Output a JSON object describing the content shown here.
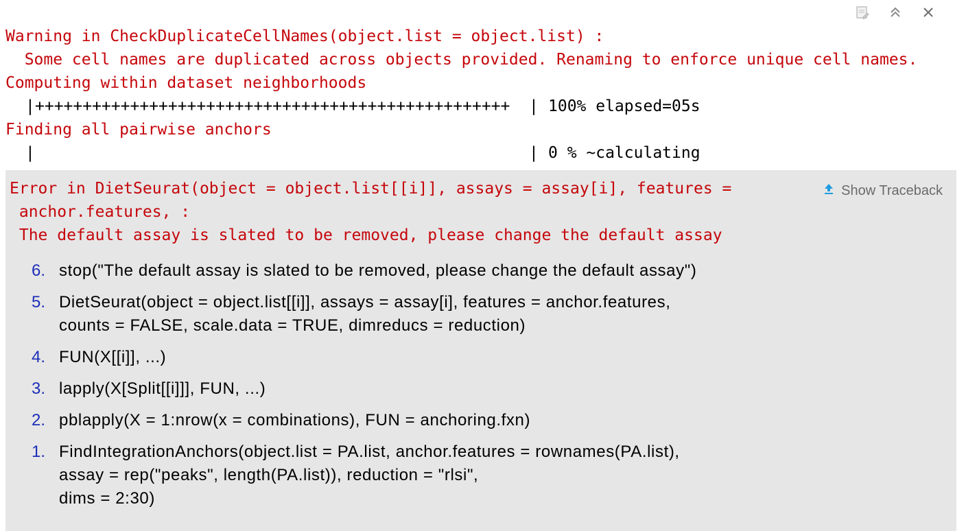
{
  "toolbar": {
    "icons": [
      "clear-console-icon",
      "collapse-icon",
      "close-icon"
    ]
  },
  "console": {
    "lines": [
      "Warning in CheckDuplicateCellNames(object.list = object.list) :",
      "  Some cell names are duplicated across objects provided. Renaming to enforce unique cell names.",
      "Computing within dataset neighborhoods"
    ],
    "progress1": {
      "left_edge": "|",
      "fill": "++++++++++++++++++++++++++++++++++++++++++++++++++",
      "right_edge": "|",
      "status": "100% elapsed=05s",
      "fraction": 1.0
    },
    "line_finding": "Finding all pairwise anchors",
    "progress2": {
      "left_edge": "|",
      "fill": "",
      "right_edge": "|",
      "status": "0 % ~calculating",
      "fraction": 0.0
    }
  },
  "error": {
    "lines": [
      "Error in DietSeurat(object = object.list[[i]], assays = assay[i], features =",
      " anchor.features, :",
      " The default assay is slated to be removed, please change the default assay"
    ],
    "traceback_label": "Show Traceback",
    "traceback": [
      {
        "num": "6.",
        "lines": [
          "stop(\"The default assay is slated to be removed, please change the default assay\")"
        ]
      },
      {
        "num": "5.",
        "lines": [
          "DietSeurat(object = object.list[[i]], assays = assay[i], features = anchor.features,",
          "counts = FALSE, scale.data = TRUE, dimreducs = reduction)"
        ]
      },
      {
        "num": "4.",
        "lines": [
          "FUN(X[[i]], ...)"
        ]
      },
      {
        "num": "3.",
        "lines": [
          "lapply(X[Split[[i]]], FUN, ...)"
        ]
      },
      {
        "num": "2.",
        "lines": [
          "pblapply(X = 1:nrow(x = combinations), FUN = anchoring.fxn)"
        ]
      },
      {
        "num": "1.",
        "lines": [
          "FindIntegrationAnchors(object.list = PA.list, anchor.features = rownames(PA.list),",
          "assay = rep(\"peaks\", length(PA.list)), reduction = \"rlsi\",",
          "dims = 2:30)"
        ]
      }
    ]
  },
  "colors": {
    "error_red": "#c5060b",
    "trace_number_blue": "#1c2fb8",
    "error_bg": "#e6e6e6",
    "traceback_icon": "#1e9be0"
  }
}
